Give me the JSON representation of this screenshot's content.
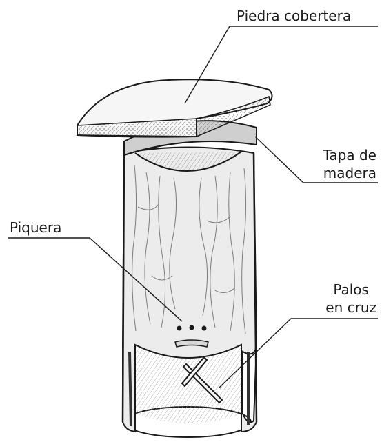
{
  "labels": {
    "cover_stone": "Piedra cobertera",
    "wood_lid": {
      "line1": "Tapa de",
      "line2": "madera"
    },
    "entrance": "Piquera",
    "cross_sticks": {
      "line1": "Palos",
      "line2": "en cruz"
    }
  },
  "colors": {
    "ink": "#1a1a1a",
    "shade": "#bdbdbd",
    "paper": "#ffffff"
  }
}
